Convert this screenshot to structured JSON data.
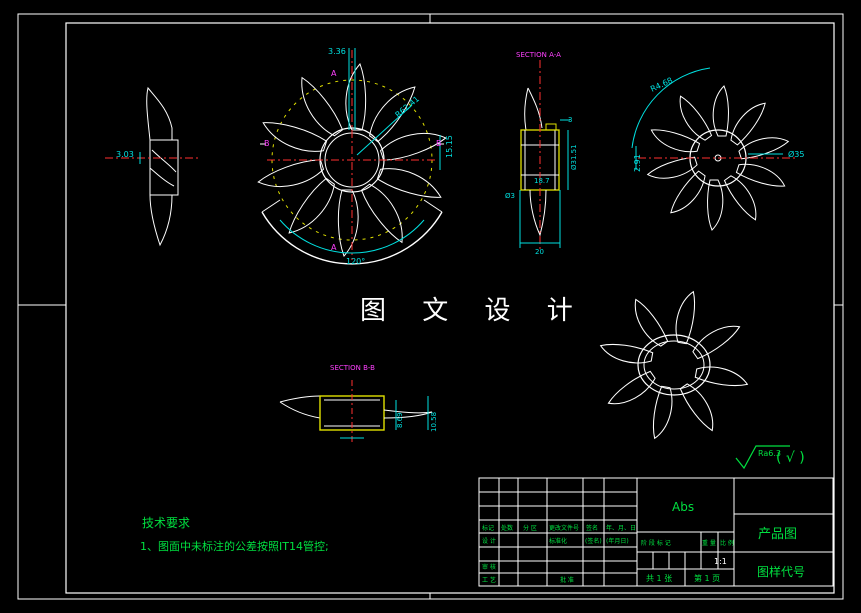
{
  "watermark": "图 文 设 计",
  "section_labels": {
    "aa": "SECTION A-A",
    "bb": "SECTION B-B"
  },
  "view_markers": {
    "a_top": "A",
    "a_bottom": "A",
    "b_left": "B",
    "b_right": "B"
  },
  "dimensions": {
    "side_view_3_03": "3.03",
    "front_3_36": "3.36",
    "front_r62_41": "R62.41",
    "front_15_15": "15.15",
    "front_angle_120": "120°",
    "section_3": "3",
    "section_d31_51": "Ø31.51",
    "section_18_7": "18.7",
    "section_d3": "Ø3",
    "section_20": "20",
    "rear_r4_68": "R4.68",
    "rear_2_91": "2.91",
    "rear_d35": "Ø35",
    "bb_8_69": "8.69",
    "bb_10_58": "10.58"
  },
  "roughness": {
    "value": "Ra6.3",
    "bracket": "( √ )"
  },
  "technical_requirements": {
    "heading": "技术要求",
    "item_1": "1、图面中未标注的公差按照IT14管控;"
  },
  "title_block": {
    "material": "Abs",
    "drawing_name": "产品图",
    "drawing_code": "图样代号",
    "scale": "1:1",
    "sheets_total": "共 1 张",
    "sheet_no": "第 1 页",
    "header_row": [
      "标记",
      "处数",
      "分 区",
      "更改文件号",
      "签名",
      "年、月、日"
    ],
    "row_design": "设 计",
    "row_standard": "标准化",
    "row_sign": "(签名)",
    "row_date": "(年月日)",
    "stage_labels": [
      "阶 段 标 记",
      "重 量",
      "比 例"
    ],
    "row_check": "审 核",
    "row_process": "工 艺",
    "row_approve": "批 准"
  },
  "colors": {
    "frame": "#ffffff",
    "dimension": "#00e0e0",
    "centerline": "#ff3030",
    "hatch": "#e0e000",
    "title_text": "#00e040",
    "label": "#ff40ff"
  }
}
